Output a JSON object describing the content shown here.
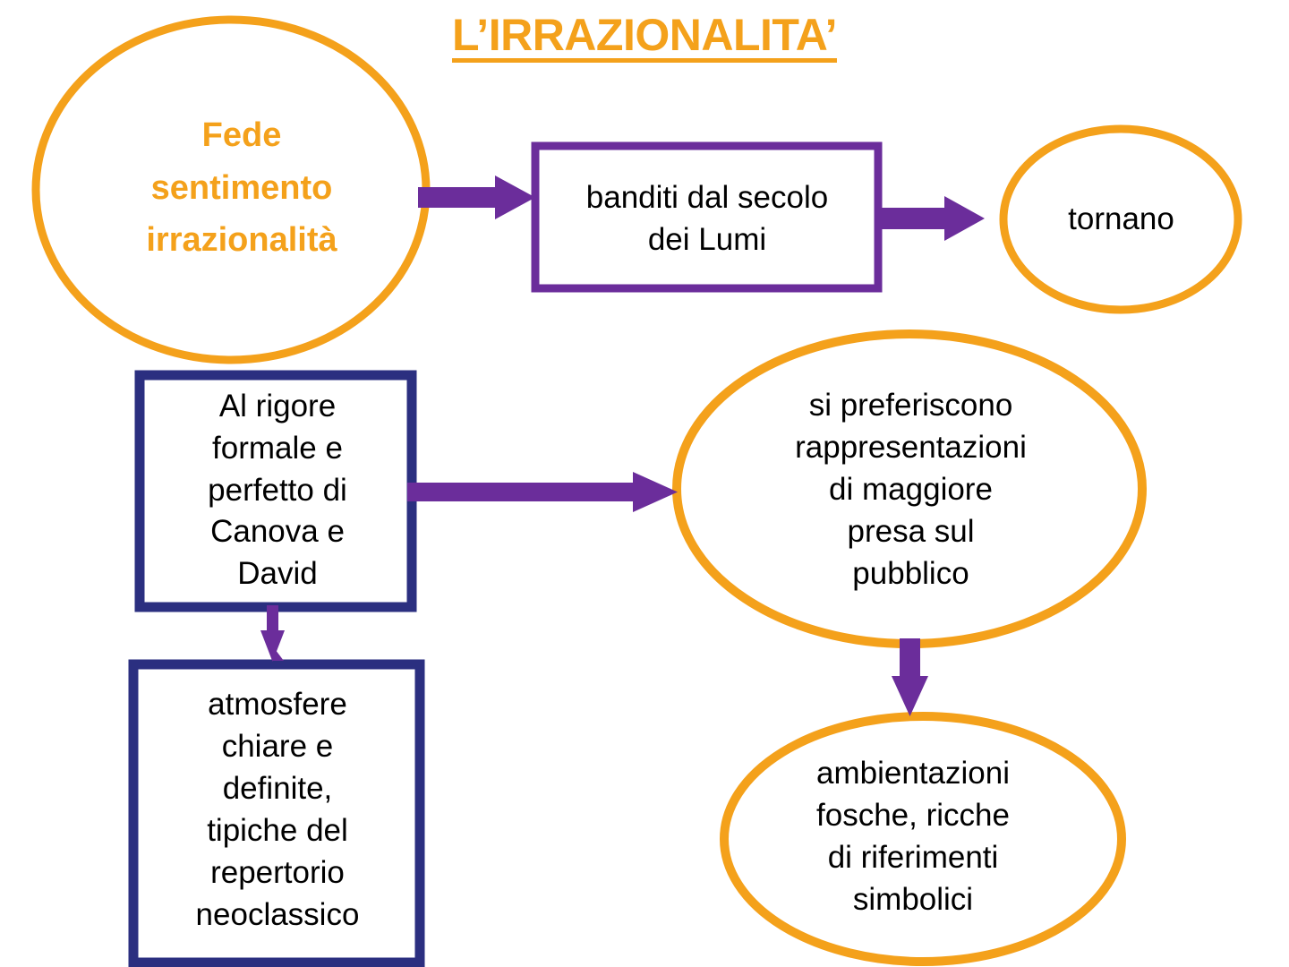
{
  "title": "L’IRRAZIONALITA’",
  "colors": {
    "orange": "#F4A11B",
    "purple": "#6B2D9B",
    "navy": "#2B2F80",
    "text": "#000000",
    "background": "#FFFFFF"
  },
  "nodes": {
    "fede": {
      "shape": "ellipse",
      "label": "Fede\nsentimento\nirrazionalità",
      "color": "#F4A11B"
    },
    "banditi": {
      "shape": "rectangle",
      "label": "banditi dal secolo\ndei Lumi",
      "color": "#6B2D9B"
    },
    "tornano": {
      "shape": "ellipse",
      "label": "tornano",
      "color": "#F4A11B"
    },
    "rigore": {
      "shape": "rectangle",
      "label": "Al rigore\nformale e\nperfetto di\nCanova e\nDavid",
      "color": "#2B2F80"
    },
    "preferiscono": {
      "shape": "ellipse",
      "label": "si preferiscono\nrappresentazioni\ndi maggiore\npresa sul\npubblico",
      "color": "#F4A11B"
    },
    "atmosfere": {
      "shape": "rectangle",
      "label": "atmosfere\nchiare e\ndefinite,\ntipiche del\nrepertorio\nneoclassico",
      "color": "#2B2F80"
    },
    "ambientazioni": {
      "shape": "ellipse",
      "label": "ambientazioni\nfosche, ricche\ndi riferimenti\nsimbolici",
      "color": "#F4A11B"
    }
  },
  "connectors": [
    {
      "name": "fede-to-banditi",
      "from": "fede",
      "to": "banditi",
      "direction": "right",
      "color": "#6B2D9B"
    },
    {
      "name": "banditi-to-tornano",
      "from": "banditi",
      "to": "tornano",
      "direction": "right",
      "color": "#6B2D9B"
    },
    {
      "name": "rigore-to-preferiscono",
      "from": "rigore",
      "to": "preferiscono",
      "direction": "right",
      "color": "#6B2D9B"
    },
    {
      "name": "rigore-to-atmosfere",
      "from": "rigore",
      "to": "atmosfere",
      "direction": "down",
      "color": "#6B2D9B"
    },
    {
      "name": "preferiscono-to-ambientazioni",
      "from": "preferiscono",
      "to": "ambientazioni",
      "direction": "down",
      "color": "#6B2D9B"
    }
  ]
}
